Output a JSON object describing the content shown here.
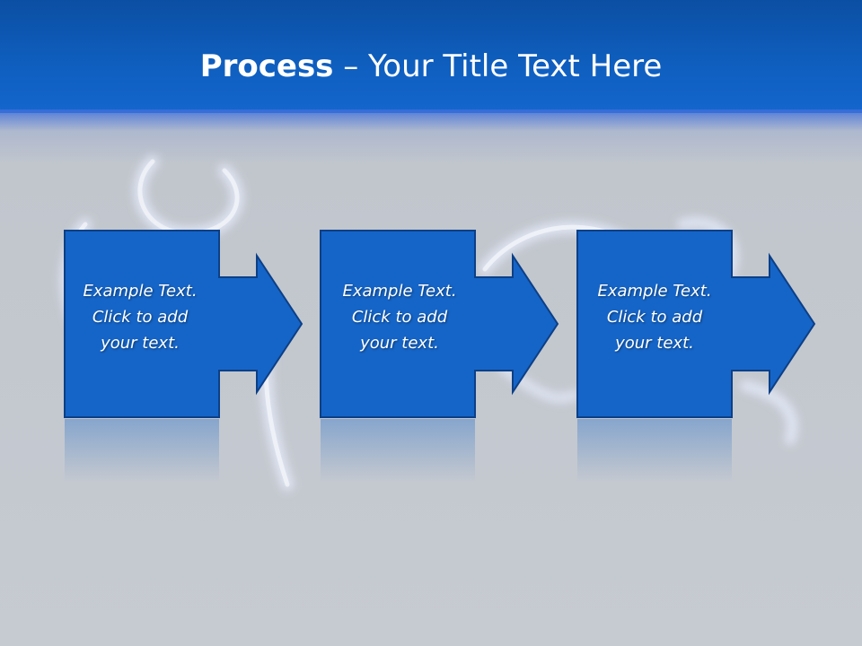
{
  "slide": {
    "title_bold": "Process",
    "title_rest": " – Your Title Text Here"
  },
  "steps": [
    {
      "line1": "Example Text.",
      "line2": "Click  to add",
      "line3": "your text."
    },
    {
      "line1": "Example Text.",
      "line2": "Click  to add",
      "line3": "your text."
    },
    {
      "line1": "Example Text.",
      "line2": "Click  to add",
      "line3": "your text."
    }
  ],
  "colors": {
    "header": "#0f5fc0",
    "box_fill": "#1565c8",
    "box_border": "#0c3f86",
    "background": "#c2c7ce"
  }
}
